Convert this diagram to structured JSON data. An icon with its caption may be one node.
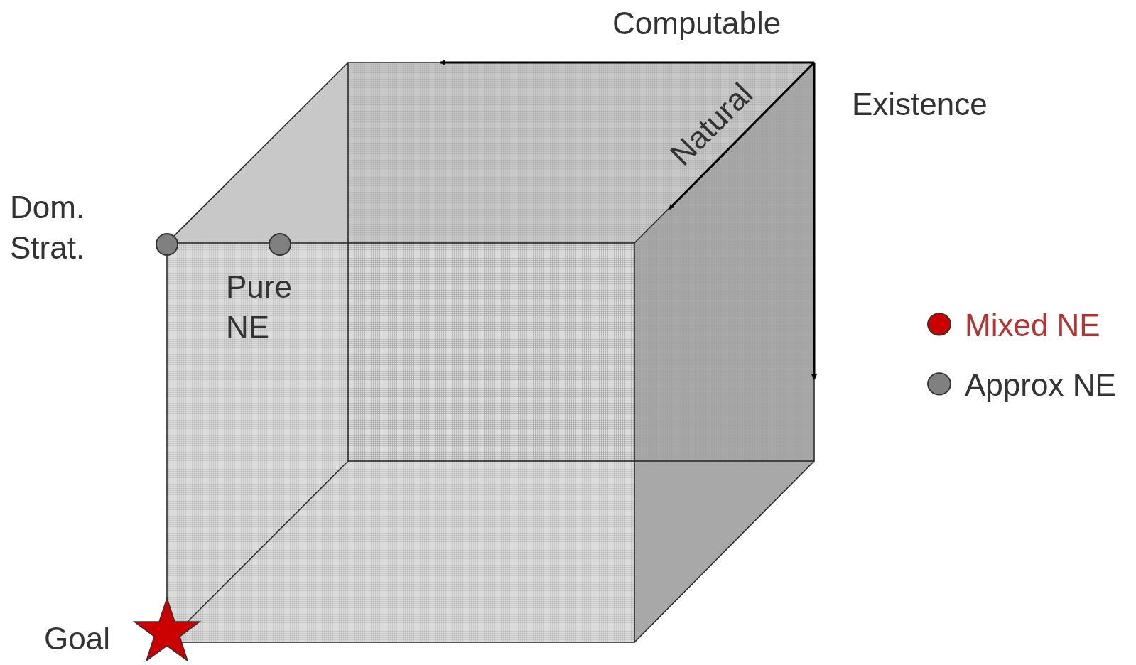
{
  "diagram": {
    "labels": [
      "Computable",
      "Natural",
      "Existence",
      "Dom. Strat.",
      "Pure NE",
      "Goal"
    ],
    "legend": [
      {
        "text": "Mixed NE",
        "color": "#cc0000"
      },
      {
        "text": "Approx NE",
        "color": "#808080"
      }
    ]
  }
}
